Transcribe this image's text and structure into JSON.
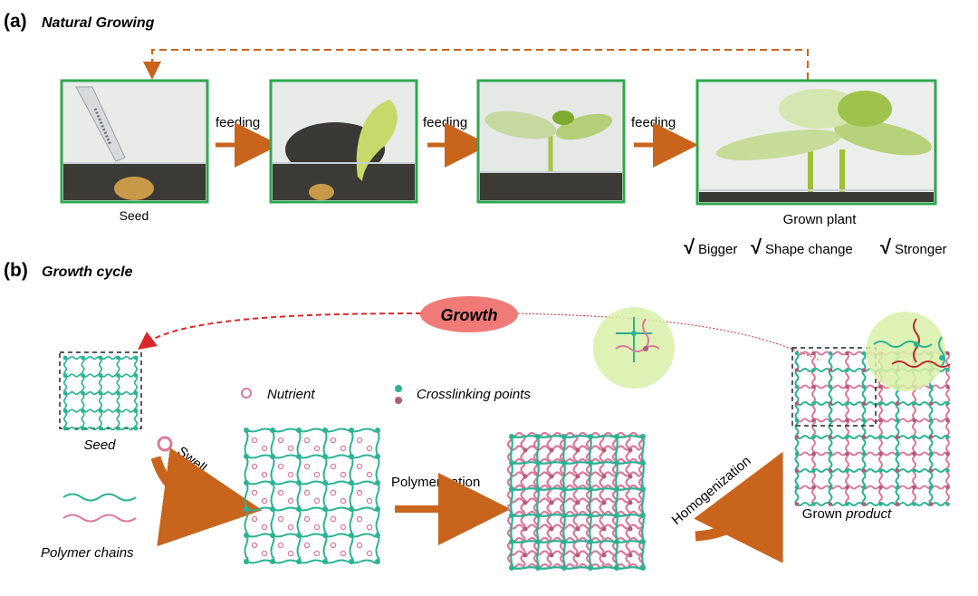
{
  "panel_a": {
    "letter": "(a)",
    "title": "Natural Growing",
    "feeding_labels": [
      "feeding",
      "feeding",
      "feeding"
    ],
    "seed_label": "Seed",
    "grown_label": "Grown plant",
    "checks": [
      "Bigger",
      "Shape change",
      "Stronger"
    ],
    "check_mark": "√"
  },
  "panel_b": {
    "letter": "(b)",
    "title": "Growth cycle",
    "growth_label": "Growth",
    "seed_label": "Seed",
    "legend_nutrient": "Nutrient",
    "legend_crosslink": "Crosslinking points",
    "polymer_chains": "Polymer chains",
    "swell": "Swell",
    "polymerization": "Polymerization",
    "homogenization": "Homogenization",
    "grown_prefix": "Grown ",
    "grown_emph": "product"
  },
  "colors": {
    "frame_green": "#2fa84f",
    "arrow_orange": "#c8641c",
    "teal": "#2ab394",
    "pink": "#d97a9a",
    "growth_red": "#d9282b",
    "growth_fill": "#f07a78",
    "halo": "#d9f0a8"
  }
}
